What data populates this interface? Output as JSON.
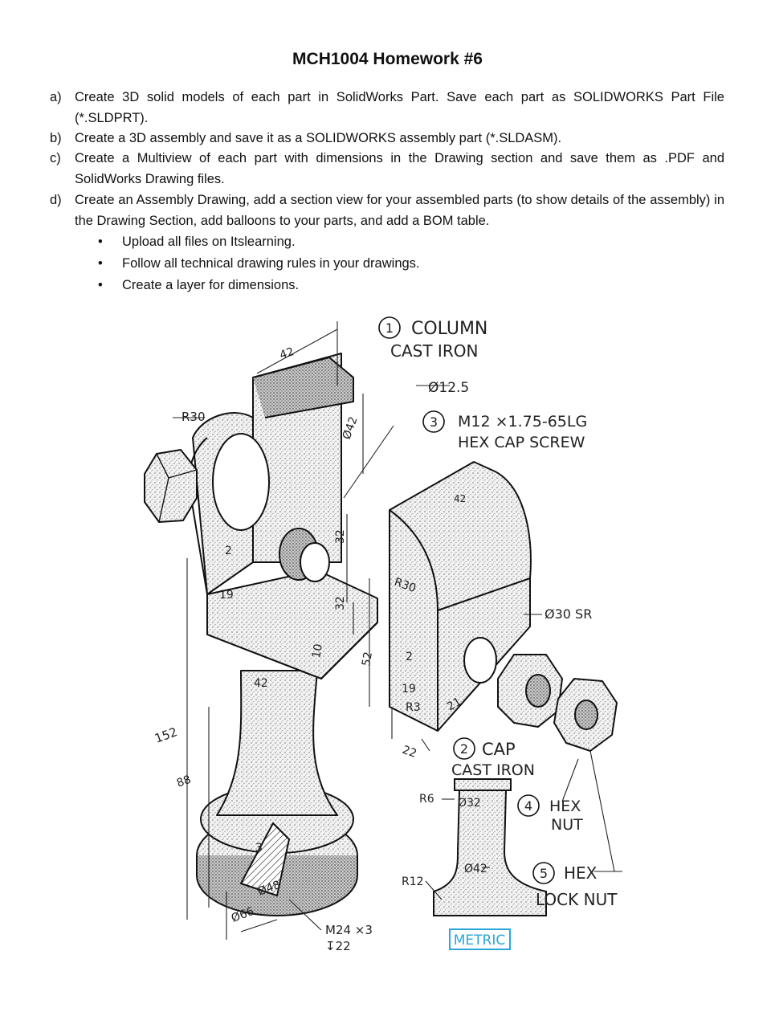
{
  "title": "MCH1004 Homework #6",
  "items": [
    {
      "label": "a)",
      "text": "Create 3D solid models of each part in SolidWorks Part. Save each part as SOLIDWORKS Part File (*.SLDPRT)."
    },
    {
      "label": "b)",
      "text": "Create a 3D assembly and save it as a SOLIDWORKS assembly part (*.SLDASM)."
    },
    {
      "label": "c)",
      "text": "Create a Multiview of each part with dimensions in the Drawing section and save them as .PDF and SolidWorks Drawing files."
    },
    {
      "label": "d)",
      "text": "Create an Assembly Drawing, add a section view for your assembled parts (to show details of the assembly) in the Drawing Section, add balloons to your parts, and add a BOM table."
    }
  ],
  "bullets": [
    "Upload all files on Itslearning.",
    "Follow all technical drawing rules in your drawings.",
    "Create a layer for dimensions."
  ],
  "drawing": {
    "part1": {
      "num": "1",
      "name": "COLUMN",
      "material": "CAST IRON"
    },
    "part2": {
      "num": "2",
      "name": "CAP",
      "material": "CAST IRON"
    },
    "part3": {
      "num": "3",
      "name": "M12 ×1.75-65LG",
      "desc": "HEX CAP SCREW",
      "dia": "Ø12.5"
    },
    "part4": {
      "num": "4",
      "name": "HEX",
      "desc": "NUT"
    },
    "part5": {
      "num": "5",
      "name": "HEX",
      "desc": "LOCK NUT"
    },
    "dims": {
      "d42_top": "42",
      "r30": "R30",
      "d42dia": "Ø42",
      "d2": "2",
      "d19": "19",
      "d32a": "32",
      "d32b": "32",
      "d10": "10",
      "d52": "52",
      "d42_mid": "42",
      "d152": "152",
      "d88": "88",
      "d3": "3",
      "d48": "Ø48",
      "d66": "Ø66",
      "thread1": "M24 ×3",
      "thread2": "↧22",
      "cap42": "42",
      "capR30": "R30",
      "cap30sr": "Ø30 SR",
      "cap2": "2",
      "cap19": "19",
      "capR3": "R3",
      "cap21": "21",
      "cap22": "22",
      "r6": "R6",
      "d32c": "Ø32",
      "d42c": "Ø42",
      "r12": "R12"
    },
    "metric": "METRIC"
  }
}
